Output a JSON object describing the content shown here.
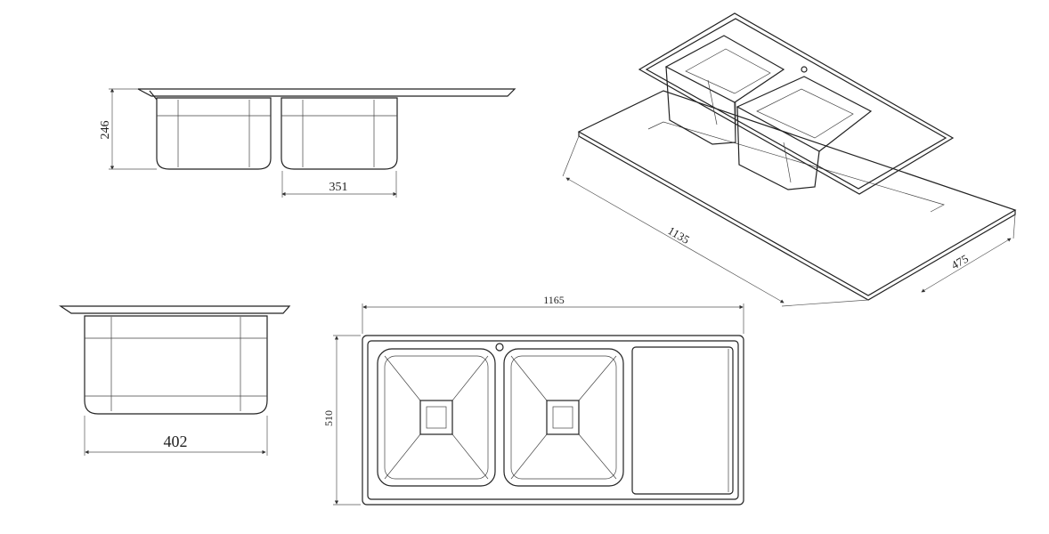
{
  "title": "Double bowl sink with drainboard – dimension drawing",
  "views": {
    "front": {
      "height_label": "246",
      "bowl_width_label": "351"
    },
    "isometric": {
      "length_label": "1135",
      "depth_label": "475"
    },
    "side": {
      "bowl_depth_label": "402"
    },
    "top": {
      "length_label": "1165",
      "width_label": "510"
    }
  },
  "colors": {
    "line": "#222222",
    "background": "#ffffff"
  }
}
